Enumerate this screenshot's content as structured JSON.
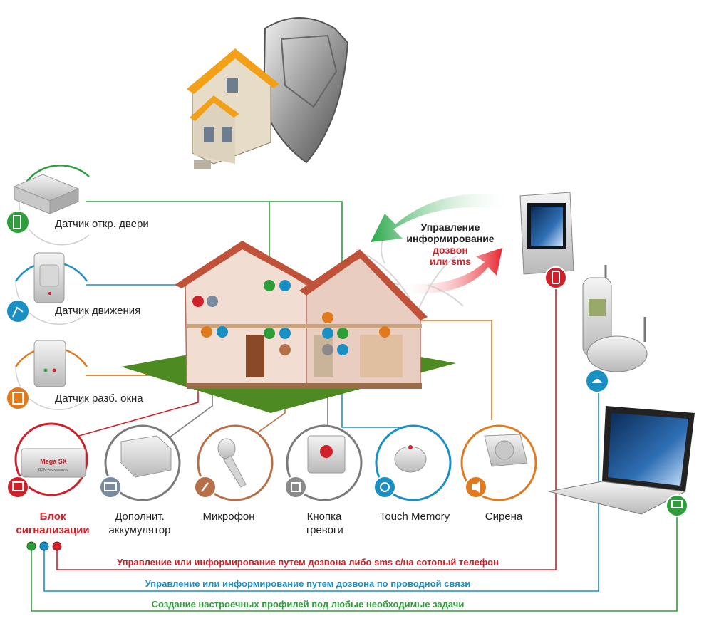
{
  "sensors": {
    "door": "Датчик откр. двери",
    "motion": "Датчик движения",
    "window": "Датчик разб. окна"
  },
  "devices": {
    "control_unit_line1": "Блок",
    "control_unit_line2": "сигнализации",
    "unit_brand": "Mega SX",
    "unit_sub": "GSM-информатор",
    "battery_line1": "Дополнит.",
    "battery_line2": "аккумулятор",
    "microphone": "Микрофон",
    "alarm_button_line1": "Кнопка",
    "alarm_button_line2": "тревоги",
    "touch_memory": "Touch Memory",
    "siren": "Сирена"
  },
  "management": {
    "line1": "Управление",
    "line2": "информирование",
    "line3": "дозвон",
    "line4": "или sms"
  },
  "links": {
    "gsm": "Управление или информирование путем дозвона либо sms с/на сотовый телефон",
    "landline": "Управление или информирование путем дозвона по проводной связи",
    "profiles": "Создание настроечных профилей под любые необходимые задачи"
  },
  "colors": {
    "red": "#d0202a",
    "blue": "#1a8fc4",
    "green": "#2e9e3a",
    "orange": "#e07a1f",
    "gray": "#7a7a7a",
    "brown": "#b5704a"
  }
}
